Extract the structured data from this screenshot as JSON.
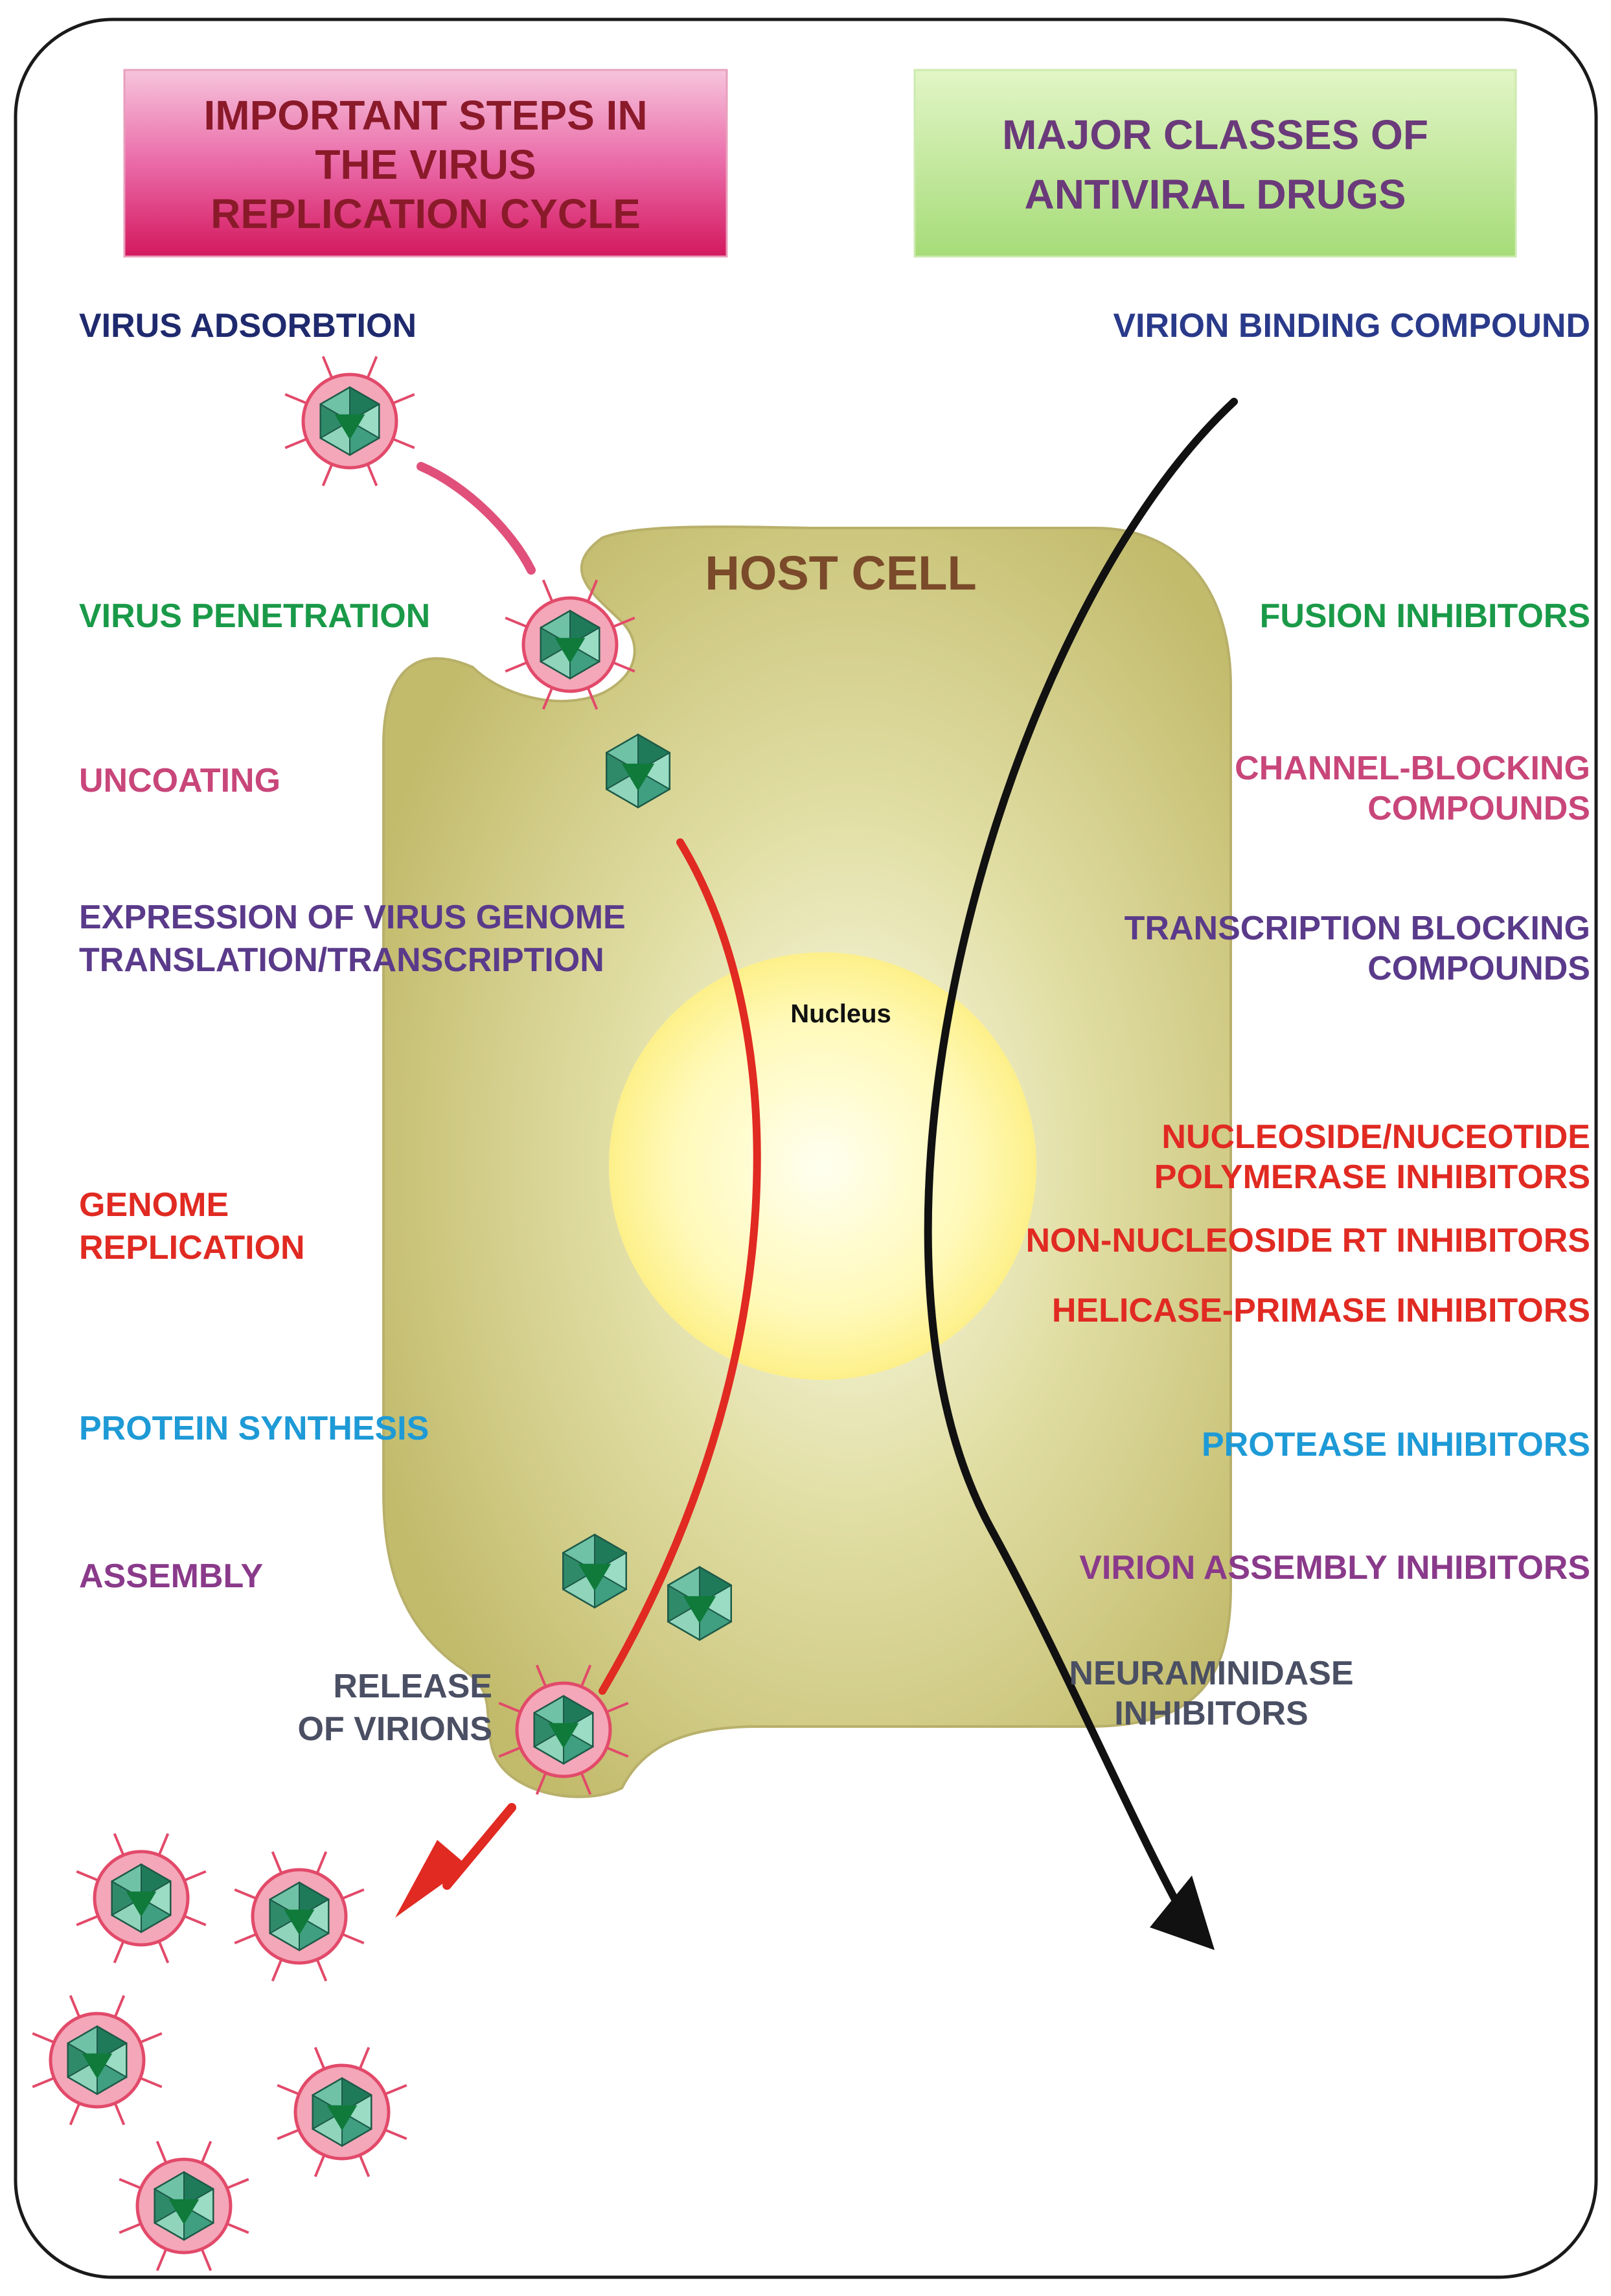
{
  "left_header": {
    "lines": [
      "IMPORTANT STEPS IN",
      "THE VIRUS",
      "REPLICATION CYCLE"
    ]
  },
  "right_header": {
    "lines": [
      "MAJOR CLASSES OF",
      "ANTIVIRAL DRUGS"
    ]
  },
  "host_cell_label": "HOST CELL",
  "nucleus_label": "Nucleus",
  "steps": [
    {
      "lines": [
        "VIRUS ADSORBTION"
      ],
      "color": "#1f2a6e"
    },
    {
      "lines": [
        "VIRUS PENETRATION"
      ],
      "color": "#1a9a48"
    },
    {
      "lines": [
        "UNCOATING"
      ],
      "color": "#c8467a"
    },
    {
      "lines": [
        "EXPRESSION OF VIRUS GENOME",
        "TRANSLATION/TRANSCRIPTION"
      ],
      "color": "#5a3a8a"
    },
    {
      "lines": [
        "GENOME",
        "REPLICATION"
      ],
      "color": "#e02a22"
    },
    {
      "lines": [
        "PROTEIN SYNTHESIS"
      ],
      "color": "#1e9ad6"
    },
    {
      "lines": [
        "ASSEMBLY"
      ],
      "color": "#8a3a8a"
    },
    {
      "lines": [
        "RELEASE",
        "OF VIRIONS"
      ],
      "color": "#4a4f63"
    }
  ],
  "drug_classes": [
    {
      "lines": [
        "VIRION BINDING COMPOUND"
      ],
      "color": "#2a3a8a"
    },
    {
      "lines": [
        "FUSION INHIBITORS"
      ],
      "color": "#1a9a48"
    },
    {
      "lines": [
        "CHANNEL-BLOCKING",
        "COMPOUNDS"
      ],
      "color": "#c8467a"
    },
    {
      "lines": [
        "TRANSCRIPTION BLOCKING",
        "COMPOUNDS"
      ],
      "color": "#5a3a8a"
    },
    {
      "lines": [
        "NUCLEOSIDE/NUCEOTIDE",
        "POLYMERASE INHIBITORS"
      ],
      "color": "#e02a22"
    },
    {
      "lines": [
        "NON-NUCLEOSIDE RT INHIBITORS"
      ],
      "color": "#e02a22"
    },
    {
      "lines": [
        "HELICASE-PRIMASE INHIBITORS"
      ],
      "color": "#e02a22"
    },
    {
      "lines": [
        "PROTEASE INHIBITORS"
      ],
      "color": "#1e9ad6"
    },
    {
      "lines": [
        "VIRION ASSEMBLY INHIBITORS"
      ],
      "color": "#8a3a8a"
    },
    {
      "lines": [
        "NEURAMINIDASE",
        "INHIBITORS"
      ],
      "color": "#4a4f63"
    }
  ],
  "colors": {
    "left_header_text": "#8a1a2a",
    "right_header_text": "#6a3a7a",
    "host_cell_text": "#7a4a2a",
    "cell_fill": "#c9c27a",
    "nucleus_fill": "#fff8b0",
    "virus_envelope": "#f4a7b8",
    "virus_spike": "#e24a6a",
    "virus_capsid": "#1f8a6a",
    "replication_arrow": "#e02a22",
    "drug_arrow": "#111111",
    "adsorption_path": "#e0507a"
  }
}
